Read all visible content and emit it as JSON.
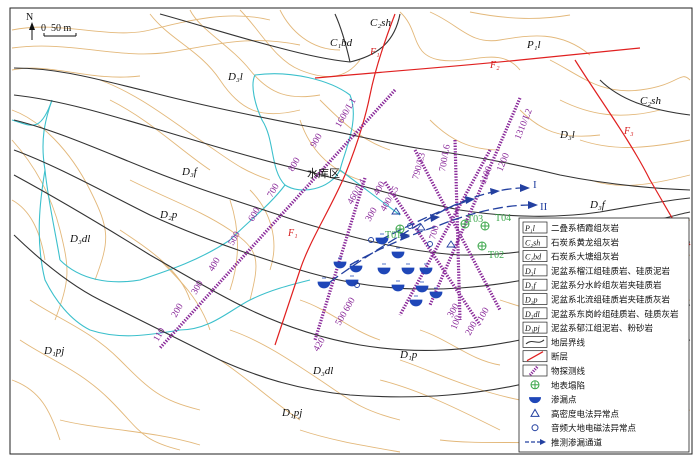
{
  "north_label": "N",
  "scale_label": "0  50 m",
  "reservoir_label": "水库区",
  "geology_units": {
    "c1bd": "C₁bd",
    "c2sh_top": "C₂sh",
    "p1l": "P₁l",
    "c2sh_right": "C₂sh",
    "d3l_left": "D₃l",
    "d3l_right": "D₃l",
    "d3f_left": "D₃f",
    "d3f_right": "D₃f",
    "d2p": "D₂p",
    "d3dl_left": "D₃dl",
    "d3dl_bottom": "D₃dl",
    "d1pj_left": "D₁pj",
    "d1pj_bottom": "D₁pj",
    "d1p": "D₁p"
  },
  "faults": {
    "f1_top": "F₁",
    "f1_mid": "F₁",
    "f2": "F₂",
    "f3": "F₃"
  },
  "survey_lines": {
    "l1": "1600/L1",
    "l1_t900": "900",
    "l1_t800": "800",
    "l1_t700": "700",
    "l1_t600": "600",
    "l1_t500": "500",
    "l1_t400": "400",
    "l1_t300": "300",
    "l1_t200": "200",
    "l1_t110": "110",
    "l2": "1310/L2",
    "l2_t1200": "1200",
    "l2_t1100": "1100",
    "l2_t100": "100",
    "l3": "790/L3",
    "l3_t700": "700",
    "l4": "460/L4",
    "l4_t400": "400",
    "l4_t300": "300",
    "l4_t500": "500",
    "l4_t420": "420",
    "l5": "400/L5",
    "l5_t200": "200",
    "l6": "700/L6",
    "l6_t600": "600",
    "l6_t300": "300",
    "l6_t100": "100"
  },
  "stations": {
    "t01": "T01",
    "t02": "T02",
    "t03": "T03",
    "t04": "T04"
  },
  "anomalies": {
    "a1": "I",
    "a2": "II"
  },
  "legend": [
    {
      "code": "P₁l",
      "text": "二叠系栖霞组灰岩"
    },
    {
      "code": "C₂sh",
      "text": "石炭系黄龙组灰岩"
    },
    {
      "code": "C₁bd",
      "text": "石炭系大塘组灰岩"
    },
    {
      "code": "D₃l",
      "text": "泥盆系榴江组硅质岩、硅质泥岩"
    },
    {
      "code": "D₃f",
      "text": "泥盆系分水岭组灰岩夹硅质岩"
    },
    {
      "code": "D₂p",
      "text": "泥盆系北流组硅质岩夹硅质灰岩"
    },
    {
      "code": "D₃dl",
      "text": "泥盆系东岗岭组硅质岩、硅质灰岩"
    },
    {
      "code": "D₁pj",
      "text": "泥盆系郁江组泥岩、粉砂岩"
    },
    {
      "code": "",
      "text": "地层界线"
    },
    {
      "code": "",
      "text": "断层"
    },
    {
      "code": "",
      "text": "物探测线"
    },
    {
      "code": "",
      "text": "地表塌陷"
    },
    {
      "code": "",
      "text": "渗漏点"
    },
    {
      "code": "",
      "text": "高密度电法异常点"
    },
    {
      "code": "",
      "text": "音频大地电磁法异常点"
    },
    {
      "code": "",
      "text": "推测渗漏通道"
    }
  ],
  "colors": {
    "contour": "#e3b87a",
    "boundary": "#333333",
    "river": "#3cc0cc",
    "fault": "#e02020",
    "survey_line": "#8a2a9a",
    "seepage_point": "#1f47b8",
    "station": "#3aa64a",
    "arrow": "#2340a0"
  }
}
